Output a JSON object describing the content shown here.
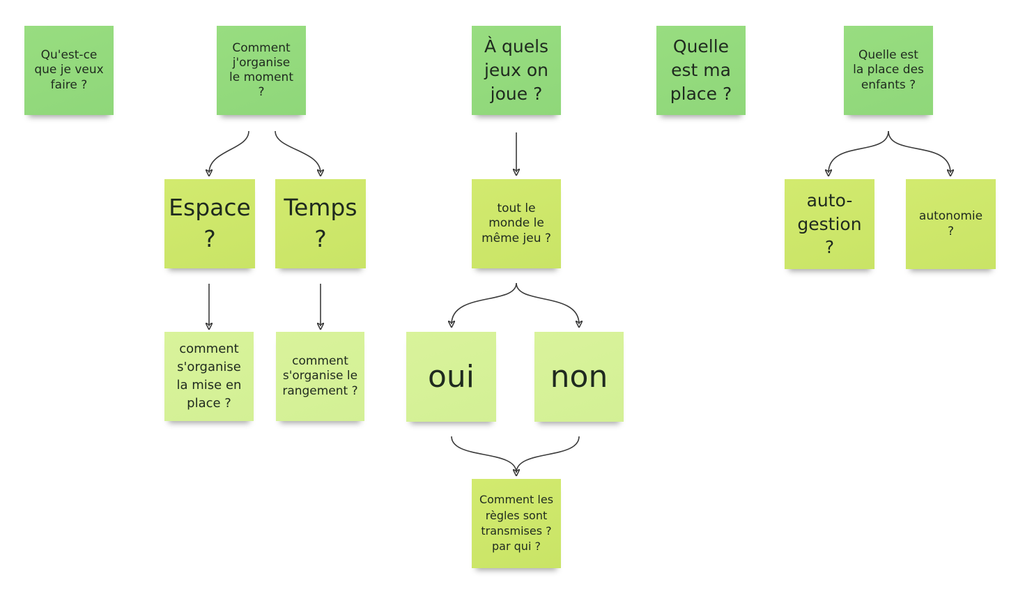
{
  "board": {
    "notes": {
      "q_faire": "Qu'est-ce\nque je veux\nfaire ?",
      "q_organise": "Comment\nj'organise\nle moment\n?",
      "q_jeux": "À quels\njeux on\njoue ?",
      "q_place": "Quelle\nest ma\nplace ?",
      "q_enfants": "Quelle est\nla place des\nenfants ?",
      "espace": "Espace\n?",
      "temps": "Temps\n?",
      "meme_jeu": "tout le\nmonde le\nmême jeu ?",
      "auto_gestion": "auto-\ngestion\n?",
      "autonomie": "autonomie\n?",
      "mise_en_place": "comment\ns'organise\nla mise en\nplace ?",
      "rangement": "comment\ns'organise le\nrangement ?",
      "oui": "oui",
      "non": "non",
      "regles": "Comment les\nrègles sont\ntransmises ?\npar qui ?"
    }
  },
  "colors": {
    "green_note": "#8fd77a",
    "lime_note": "#c9e466",
    "pale_note": "#d3f095",
    "connector": "#3a3a3a"
  }
}
